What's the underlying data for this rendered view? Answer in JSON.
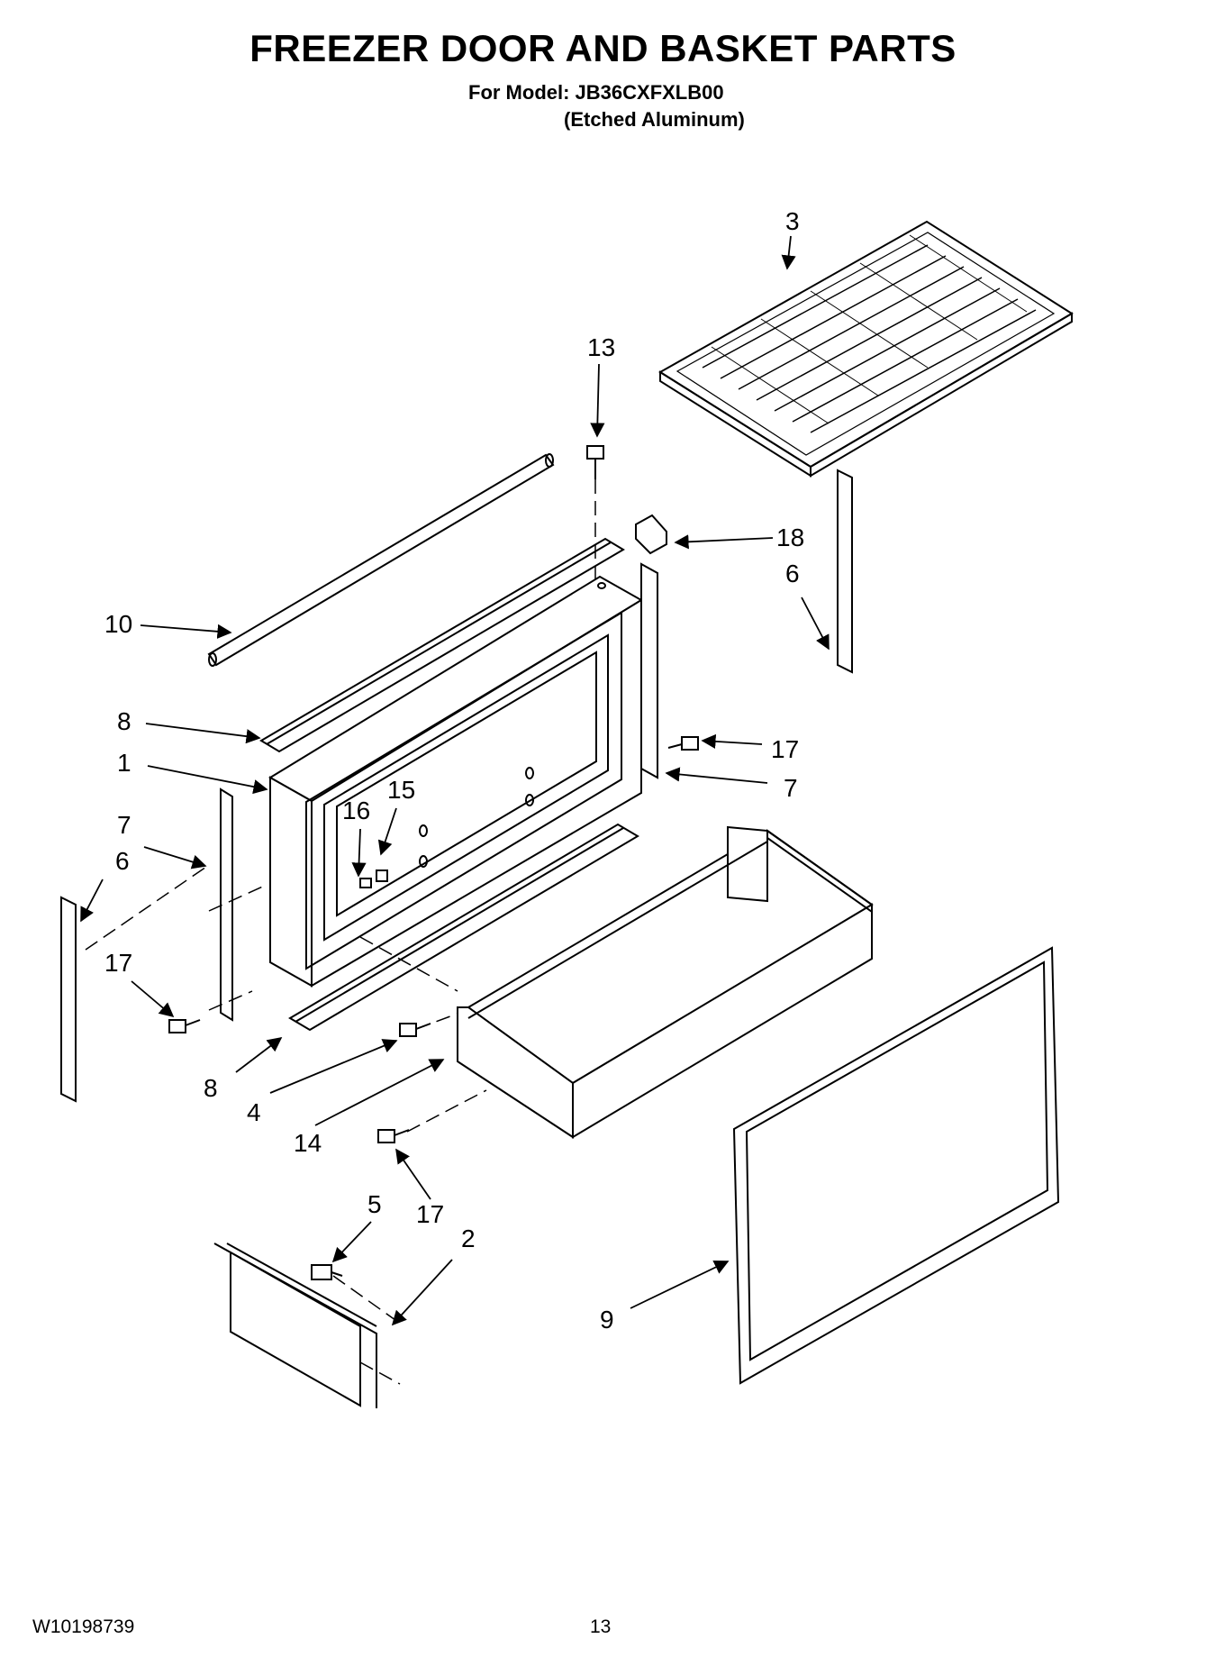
{
  "header": {
    "title": "FREEZER DOOR AND BASKET PARTS",
    "model_line": "For Model: JB36CXFXLB00",
    "finish_line": "(Etched Aluminum)"
  },
  "footer": {
    "document_number": "W10198739",
    "page_number": "13"
  },
  "callouts": {
    "c1": "1",
    "c2": "2",
    "c3": "3",
    "c4": "4",
    "c5": "5",
    "c6a": "6",
    "c6b": "6",
    "c7a": "7",
    "c7b": "7",
    "c8a": "8",
    "c8b": "8",
    "c9": "9",
    "c10": "10",
    "c13": "13",
    "c14": "14",
    "c15": "15",
    "c16": "16",
    "c17a": "17",
    "c17b": "17",
    "c17c": "17",
    "c18": "18"
  }
}
